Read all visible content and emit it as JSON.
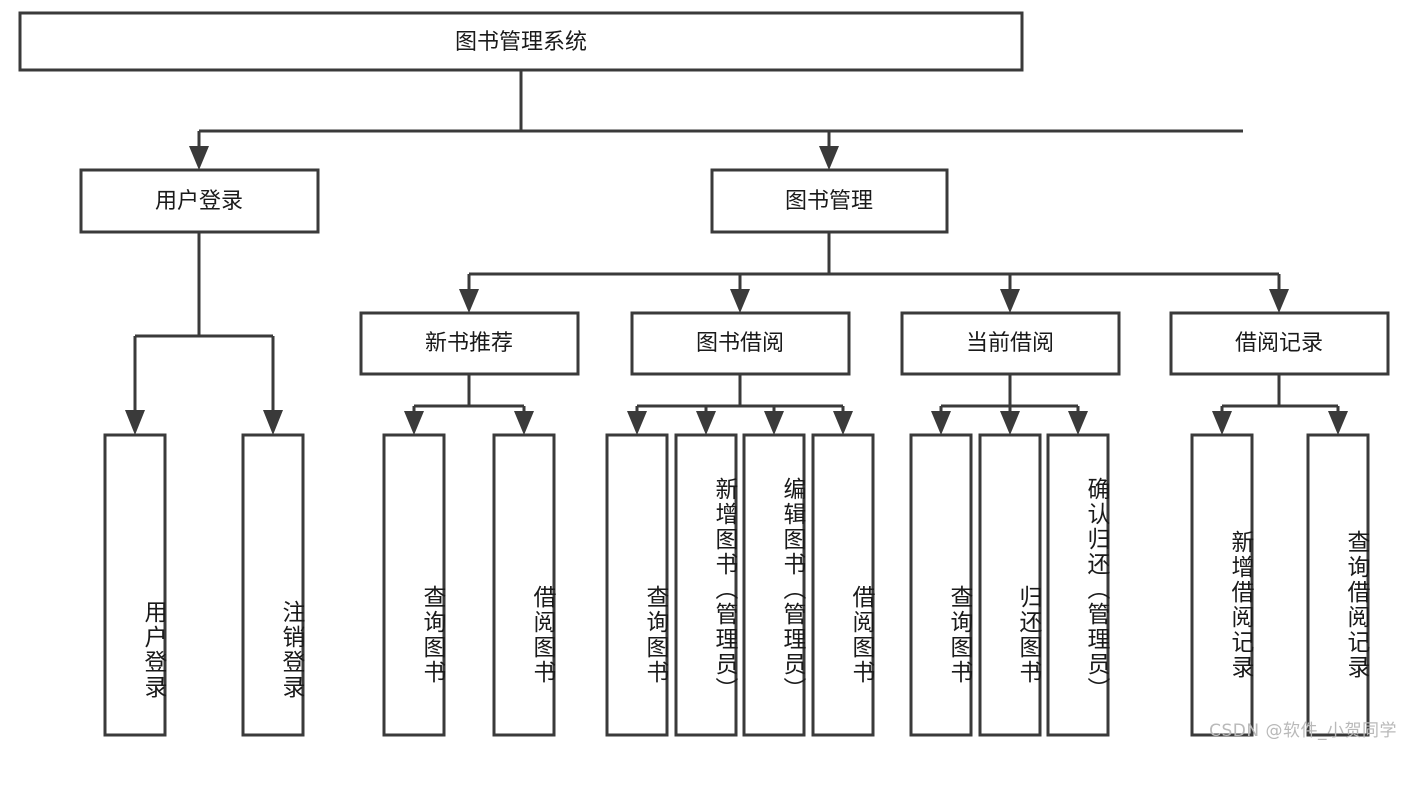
{
  "diagram": {
    "title": "图书管理系统",
    "type": "hierarchy-tree",
    "watermark": "CSDN @软件_小贺同学",
    "colors": {
      "box_stroke": "#3a3a3a",
      "box_fill": "#ffffff",
      "text": "#1a1a1a",
      "watermark": "#b9b9b9",
      "background": "#ffffff"
    },
    "levels": {
      "root": {
        "label": "图书管理系统"
      },
      "level2": [
        {
          "label": "用户登录"
        },
        {
          "label": "图书管理"
        }
      ],
      "level3": [
        {
          "label": "新书推荐"
        },
        {
          "label": "图书借阅"
        },
        {
          "label": "当前借阅"
        },
        {
          "label": "借阅记录"
        }
      ],
      "leaves": [
        {
          "label": "用户登录",
          "parent": "用户登录"
        },
        {
          "label": "注销登录",
          "parent": "用户登录"
        },
        {
          "label": "查询图书",
          "parent": "新书推荐"
        },
        {
          "label": "借阅图书",
          "parent": "新书推荐"
        },
        {
          "label": "查询图书",
          "parent": "图书借阅"
        },
        {
          "label": "新增图书（管理员）",
          "parent": "图书借阅"
        },
        {
          "label": "编辑图书（管理员）",
          "parent": "图书借阅"
        },
        {
          "label": "借阅图书",
          "parent": "图书借阅"
        },
        {
          "label": "查询图书",
          "parent": "当前借阅"
        },
        {
          "label": "归还图书",
          "parent": "当前借阅"
        },
        {
          "label": "确认归还（管理员）",
          "parent": "当前借阅"
        },
        {
          "label": "新增借阅记录",
          "parent": "借阅记录"
        },
        {
          "label": "查询借阅记录",
          "parent": "借阅记录"
        }
      ]
    }
  }
}
